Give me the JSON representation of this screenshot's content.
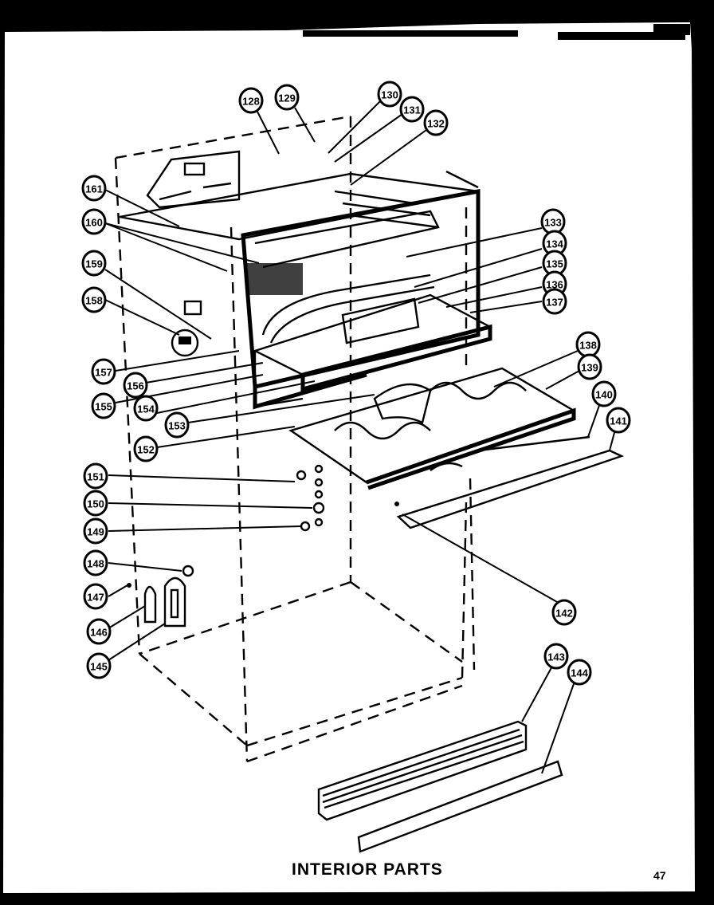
{
  "title": "INTERIOR    PARTS",
  "page_number": "47",
  "callouts": [
    {
      "label": "128"
    },
    {
      "label": "129"
    },
    {
      "label": "130"
    },
    {
      "label": "131"
    },
    {
      "label": "132"
    },
    {
      "label": "133"
    },
    {
      "label": "134"
    },
    {
      "label": "135"
    },
    {
      "label": "136"
    },
    {
      "label": "137"
    },
    {
      "label": "138"
    },
    {
      "label": "139"
    },
    {
      "label": "140"
    },
    {
      "label": "141"
    },
    {
      "label": "142"
    },
    {
      "label": "143"
    },
    {
      "label": "144"
    },
    {
      "label": "145"
    },
    {
      "label": "146"
    },
    {
      "label": "147"
    },
    {
      "label": "148"
    },
    {
      "label": "149"
    },
    {
      "label": "150"
    },
    {
      "label": "151"
    },
    {
      "label": "152"
    },
    {
      "label": "153"
    },
    {
      "label": "154"
    },
    {
      "label": "155"
    },
    {
      "label": "156"
    },
    {
      "label": "157"
    },
    {
      "label": "158"
    },
    {
      "label": "159"
    },
    {
      "label": "160"
    },
    {
      "label": "161"
    }
  ]
}
